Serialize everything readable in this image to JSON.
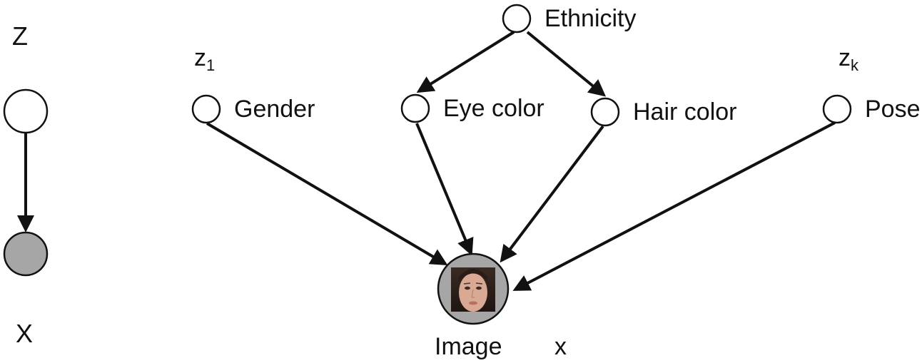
{
  "simple_model": {
    "latent_label": "Z",
    "observed_label": "X",
    "latent_fill": "#ffffff",
    "observed_fill": "#a6a6a6"
  },
  "nodes": {
    "gender": "Gender",
    "eye_color": "Eye color",
    "hair_color": "Hair color",
    "pose": "Pose",
    "ethnicity": "Ethnicity",
    "image": "Image"
  },
  "annotations": {
    "z1_base": "z",
    "z1_sub": "1",
    "zk_base": "z",
    "zk_sub": "k",
    "x": "x"
  },
  "image_node": {
    "fill": "#a6a6a6",
    "icon": "face-photo-icon"
  },
  "edges": [
    [
      "Ethnicity",
      "Eye color"
    ],
    [
      "Ethnicity",
      "Hair color"
    ],
    [
      "Gender",
      "Image"
    ],
    [
      "Eye color",
      "Image"
    ],
    [
      "Hair color",
      "Image"
    ],
    [
      "Pose",
      "Image"
    ]
  ]
}
